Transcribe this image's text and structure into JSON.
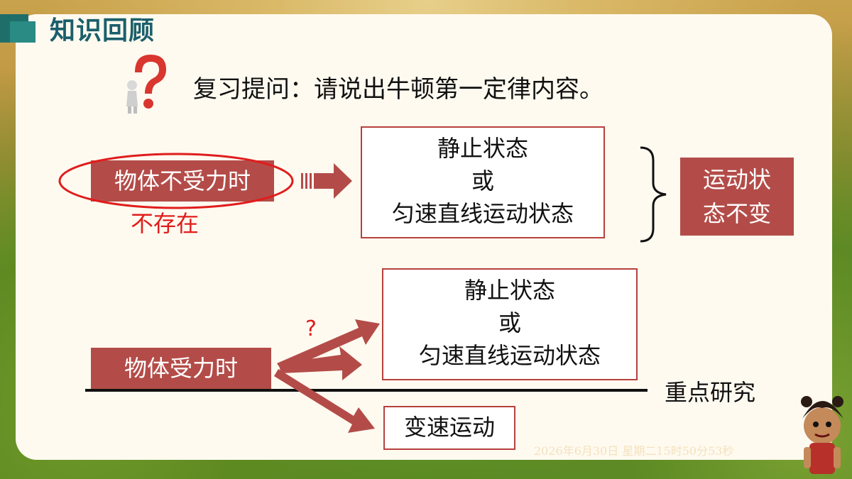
{
  "title": "知识回顾",
  "question": "复习提问：请说出牛顿第一定律内容。",
  "row1": {
    "condition": "物体不受力时",
    "note": "不存在",
    "box_lines": [
      "静止状态",
      "或",
      "匀速直线运动状态"
    ],
    "result": [
      "运动状",
      "态不变"
    ]
  },
  "row2": {
    "condition": "物体受力时",
    "question_mark": "?",
    "box_lines": [
      "静止状态",
      "或",
      "匀速直线运动状态"
    ],
    "variable": "变速运动",
    "focus": "重点研究"
  },
  "timestamp": "2026年6月30日 星期二15时50分53秒",
  "colors": {
    "accent": "#b34c48",
    "title": "#1a5f6b",
    "red": "#e01d1d"
  },
  "icons": [
    "question-mark-figure-icon",
    "cartoon-character-icon"
  ]
}
